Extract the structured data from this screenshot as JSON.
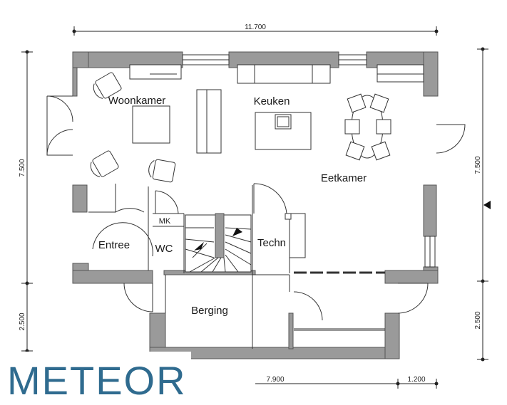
{
  "dimensions": {
    "top_width": "11.700",
    "left_upper": "7.500",
    "left_lower": "2.500",
    "right_upper": "7.500",
    "right_lower": "2.500",
    "bottom_main": "7.900",
    "bottom_side": "1.200"
  },
  "rooms": {
    "woonkamer": "Woonkamer",
    "keuken": "Keuken",
    "eetkamer": "Eetkamer",
    "entree": "Entree",
    "wc": "WC",
    "mk": "MK",
    "techn": "Techn",
    "berging": "Berging"
  },
  "brand": {
    "logo_text": "METEOR"
  },
  "colors": {
    "wall_fill": "#9a9a9a",
    "brand_blue": "#2f6b8f"
  }
}
